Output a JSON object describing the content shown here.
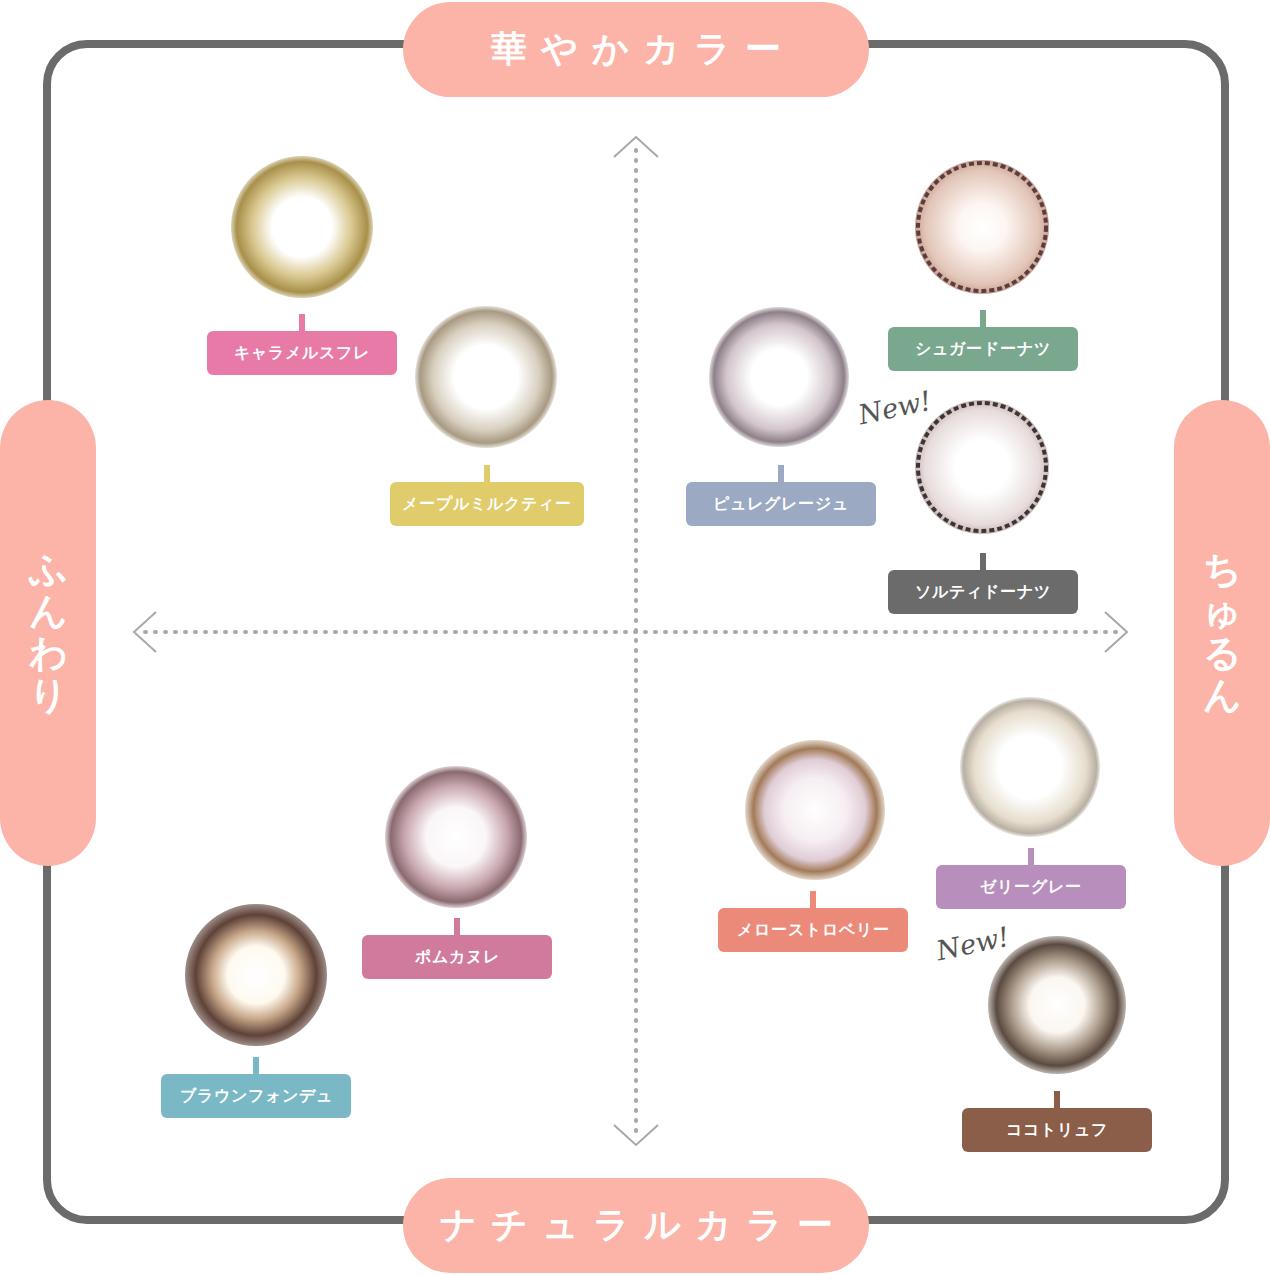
{
  "diagram": {
    "nodes": [
      {
        "text": [
          "華やかカラー"
        ]
      },
      {
        "text": [
          "ふんわり"
        ]
      },
      {
        "text": [
          "ちゅるん"
        ]
      },
      {
        "text": [
          "ナチュラルカラー"
        ]
      },
      {
        "text": [
          "キャラメルスフレ"
        ]
      },
      {
        "text": [
          "シュガードーナツ"
        ]
      },
      {
        "text": [
          "メープルミルクティー"
        ]
      },
      {
        "text": [
          "ピュレグレージュ"
        ]
      },
      {
        "text": [
          "ソルティドーナツ"
        ]
      },
      {
        "text": [
          "ゼリーグレー"
        ]
      },
      {
        "text": [
          "メローストロベリー"
        ]
      },
      {
        "text": [
          "ポムカヌレ"
        ]
      },
      {
        "text": [
          "ブラウンフォンデュ"
        ]
      },
      {
        "text": [
          "ココトリュフ"
        ]
      }
    ],
    "labels": [
      "New!",
      "New!"
    ]
  }
}
